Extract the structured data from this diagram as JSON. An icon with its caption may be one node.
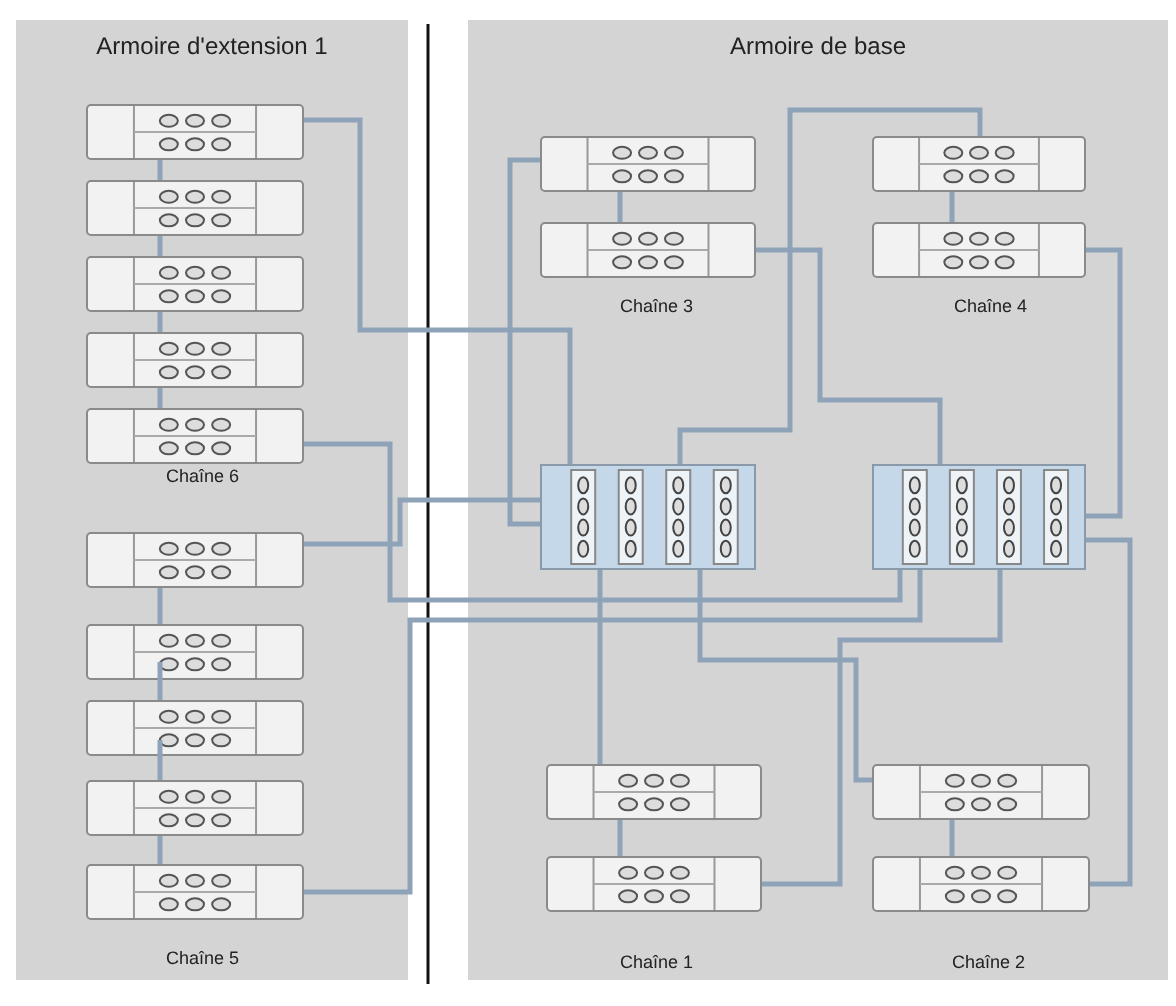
{
  "diagram": {
    "nodes": [
      {
        "text": [
          "Armoire d'extension 1"
        ]
      },
      {
        "text": [
          "Armoire de base"
        ]
      },
      {
        "text": [],
        "shape": "box",
        "in": 0
      },
      {
        "text": [],
        "shape": "box",
        "in": 0
      },
      {
        "text": [],
        "shape": "box",
        "in": 0
      },
      {
        "text": [],
        "shape": "box",
        "in": 0
      },
      {
        "text": [],
        "shape": "box",
        "in": 0
      },
      {
        "text": [],
        "shape": "box",
        "in": 0
      },
      {
        "text": [],
        "shape": "box",
        "in": 0
      },
      {
        "text": [],
        "shape": "box",
        "in": 0
      },
      {
        "text": [],
        "shape": "box",
        "in": 0
      },
      {
        "text": [],
        "shape": "box",
        "in": 0
      },
      {
        "text": [],
        "shape": "box",
        "in": 1
      },
      {
        "text": [],
        "shape": "box",
        "in": 1
      },
      {
        "text": [],
        "shape": "box",
        "in": 1
      },
      {
        "text": [],
        "shape": "box",
        "in": 1
      },
      {
        "text": [],
        "shape": "picture",
        "in": 1
      },
      {
        "text": [],
        "shape": "picture",
        "in": 1
      },
      {
        "text": [],
        "shape": "box",
        "in": 1
      },
      {
        "text": [],
        "shape": "box",
        "in": 1
      },
      {
        "text": [],
        "shape": "box",
        "in": 1
      },
      {
        "text": [],
        "shape": "box",
        "in": 1
      }
    ],
    "edges": [
      {
        "from": 2,
        "to": 3,
        "arrow": "none"
      },
      {
        "from": 3,
        "to": 4,
        "arrow": "none"
      },
      {
        "from": 4,
        "to": 5,
        "arrow": "none"
      },
      {
        "from": 5,
        "to": 6,
        "arrow": "none"
      },
      {
        "from": 7,
        "to": 8,
        "arrow": "none"
      },
      {
        "from": 8,
        "to": 9,
        "arrow": "none"
      },
      {
        "from": 9,
        "to": 10,
        "arrow": "none"
      },
      {
        "from": 10,
        "to": 11,
        "arrow": "none"
      },
      {
        "from": 12,
        "to": 13,
        "arrow": "none"
      },
      {
        "from": 14,
        "to": 15,
        "arrow": "none"
      },
      {
        "from": 18,
        "to": 19,
        "arrow": "none"
      },
      {
        "from": 20,
        "to": 21,
        "arrow": "none"
      },
      {
        "from": 2,
        "to": 16,
        "arrow": "none"
      },
      {
        "from": 6,
        "to": 17,
        "arrow": "none"
      },
      {
        "from": 7,
        "to": 16,
        "arrow": "none"
      },
      {
        "from": 11,
        "to": 17,
        "arrow": "none"
      },
      {
        "from": 12,
        "to": 16,
        "arrow": "none"
      },
      {
        "from": 13,
        "to": 17,
        "arrow": "none"
      },
      {
        "from": 14,
        "to": 16,
        "arrow": "none"
      },
      {
        "from": 15,
        "to": 17,
        "arrow": "none"
      },
      {
        "from": 18,
        "to": 16,
        "arrow": "none"
      },
      {
        "from": 19,
        "to": 17,
        "arrow": "none"
      },
      {
        "from": 20,
        "to": 16,
        "arrow": "none"
      },
      {
        "from": 21,
        "to": 17,
        "arrow": "none"
      }
    ],
    "labels": [
      "Chaîne 3",
      "Chaîne 4",
      "Chaîne 6",
      "Chaîne 1",
      "Chaîne 2",
      "Chaîne 5"
    ]
  }
}
